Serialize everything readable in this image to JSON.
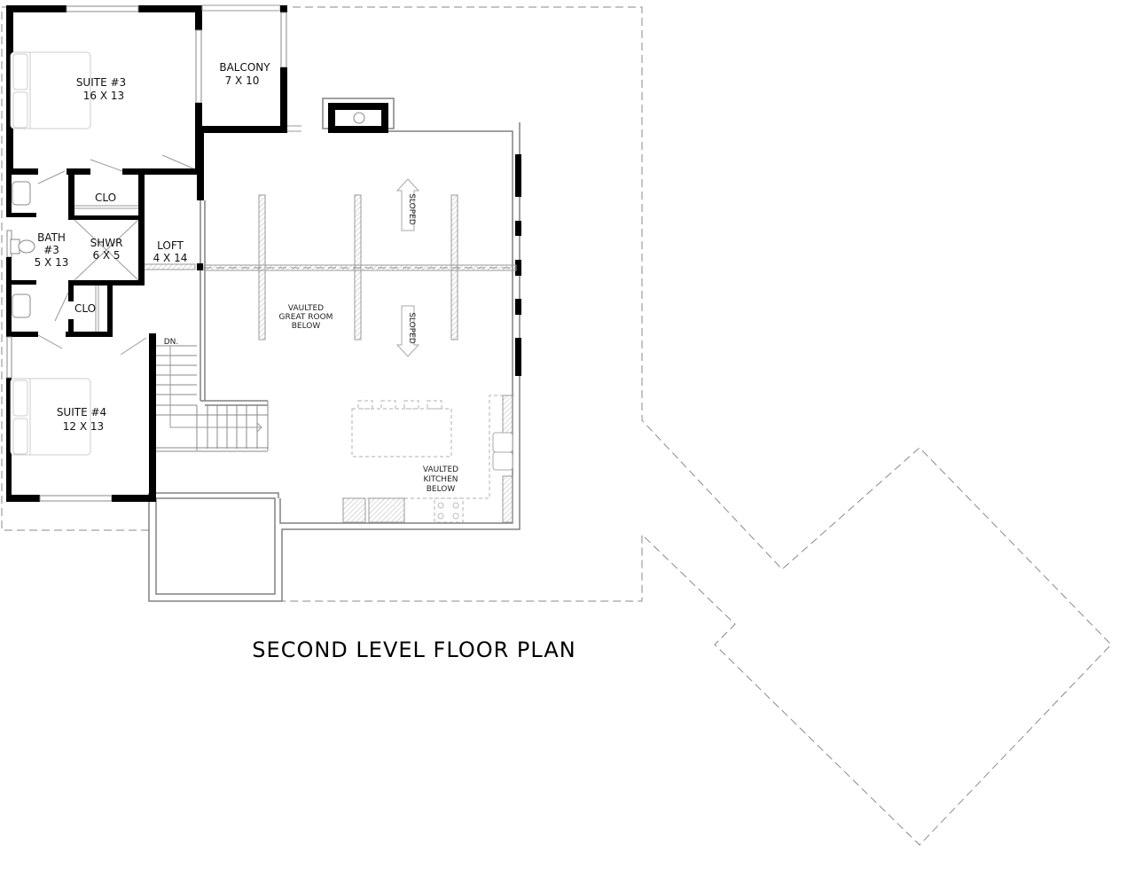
{
  "drawing": {
    "title": "SECOND LEVEL FLOOR PLAN"
  },
  "rooms": [
    {
      "name": "SUITE #3",
      "size": "16 X 13"
    },
    {
      "name": "BALCONY",
      "size": "7 X 10"
    },
    {
      "name": "BATH",
      "name2": "#3",
      "size": "5 X 13"
    },
    {
      "name": "SHWR",
      "size": "6 X 5"
    },
    {
      "name": "LOFT",
      "size": "4 X 14"
    },
    {
      "name": "CLO"
    },
    {
      "name": "CLO"
    },
    {
      "name": "SUITE #4",
      "size": "12 X 13"
    }
  ],
  "annotations": {
    "great_room": [
      "VAULTED",
      "GREAT ROOM",
      "BELOW"
    ],
    "kitchen": [
      "VAULTED",
      "KITCHEN",
      "BELOW"
    ],
    "sloped_up": "SLOPED",
    "sloped_down": "SLOPED",
    "stair_down": "DN."
  },
  "colors": {
    "wall": "#000000",
    "outline": "#808080",
    "roofline": "#8a8a8a",
    "background": "#ffffff"
  }
}
